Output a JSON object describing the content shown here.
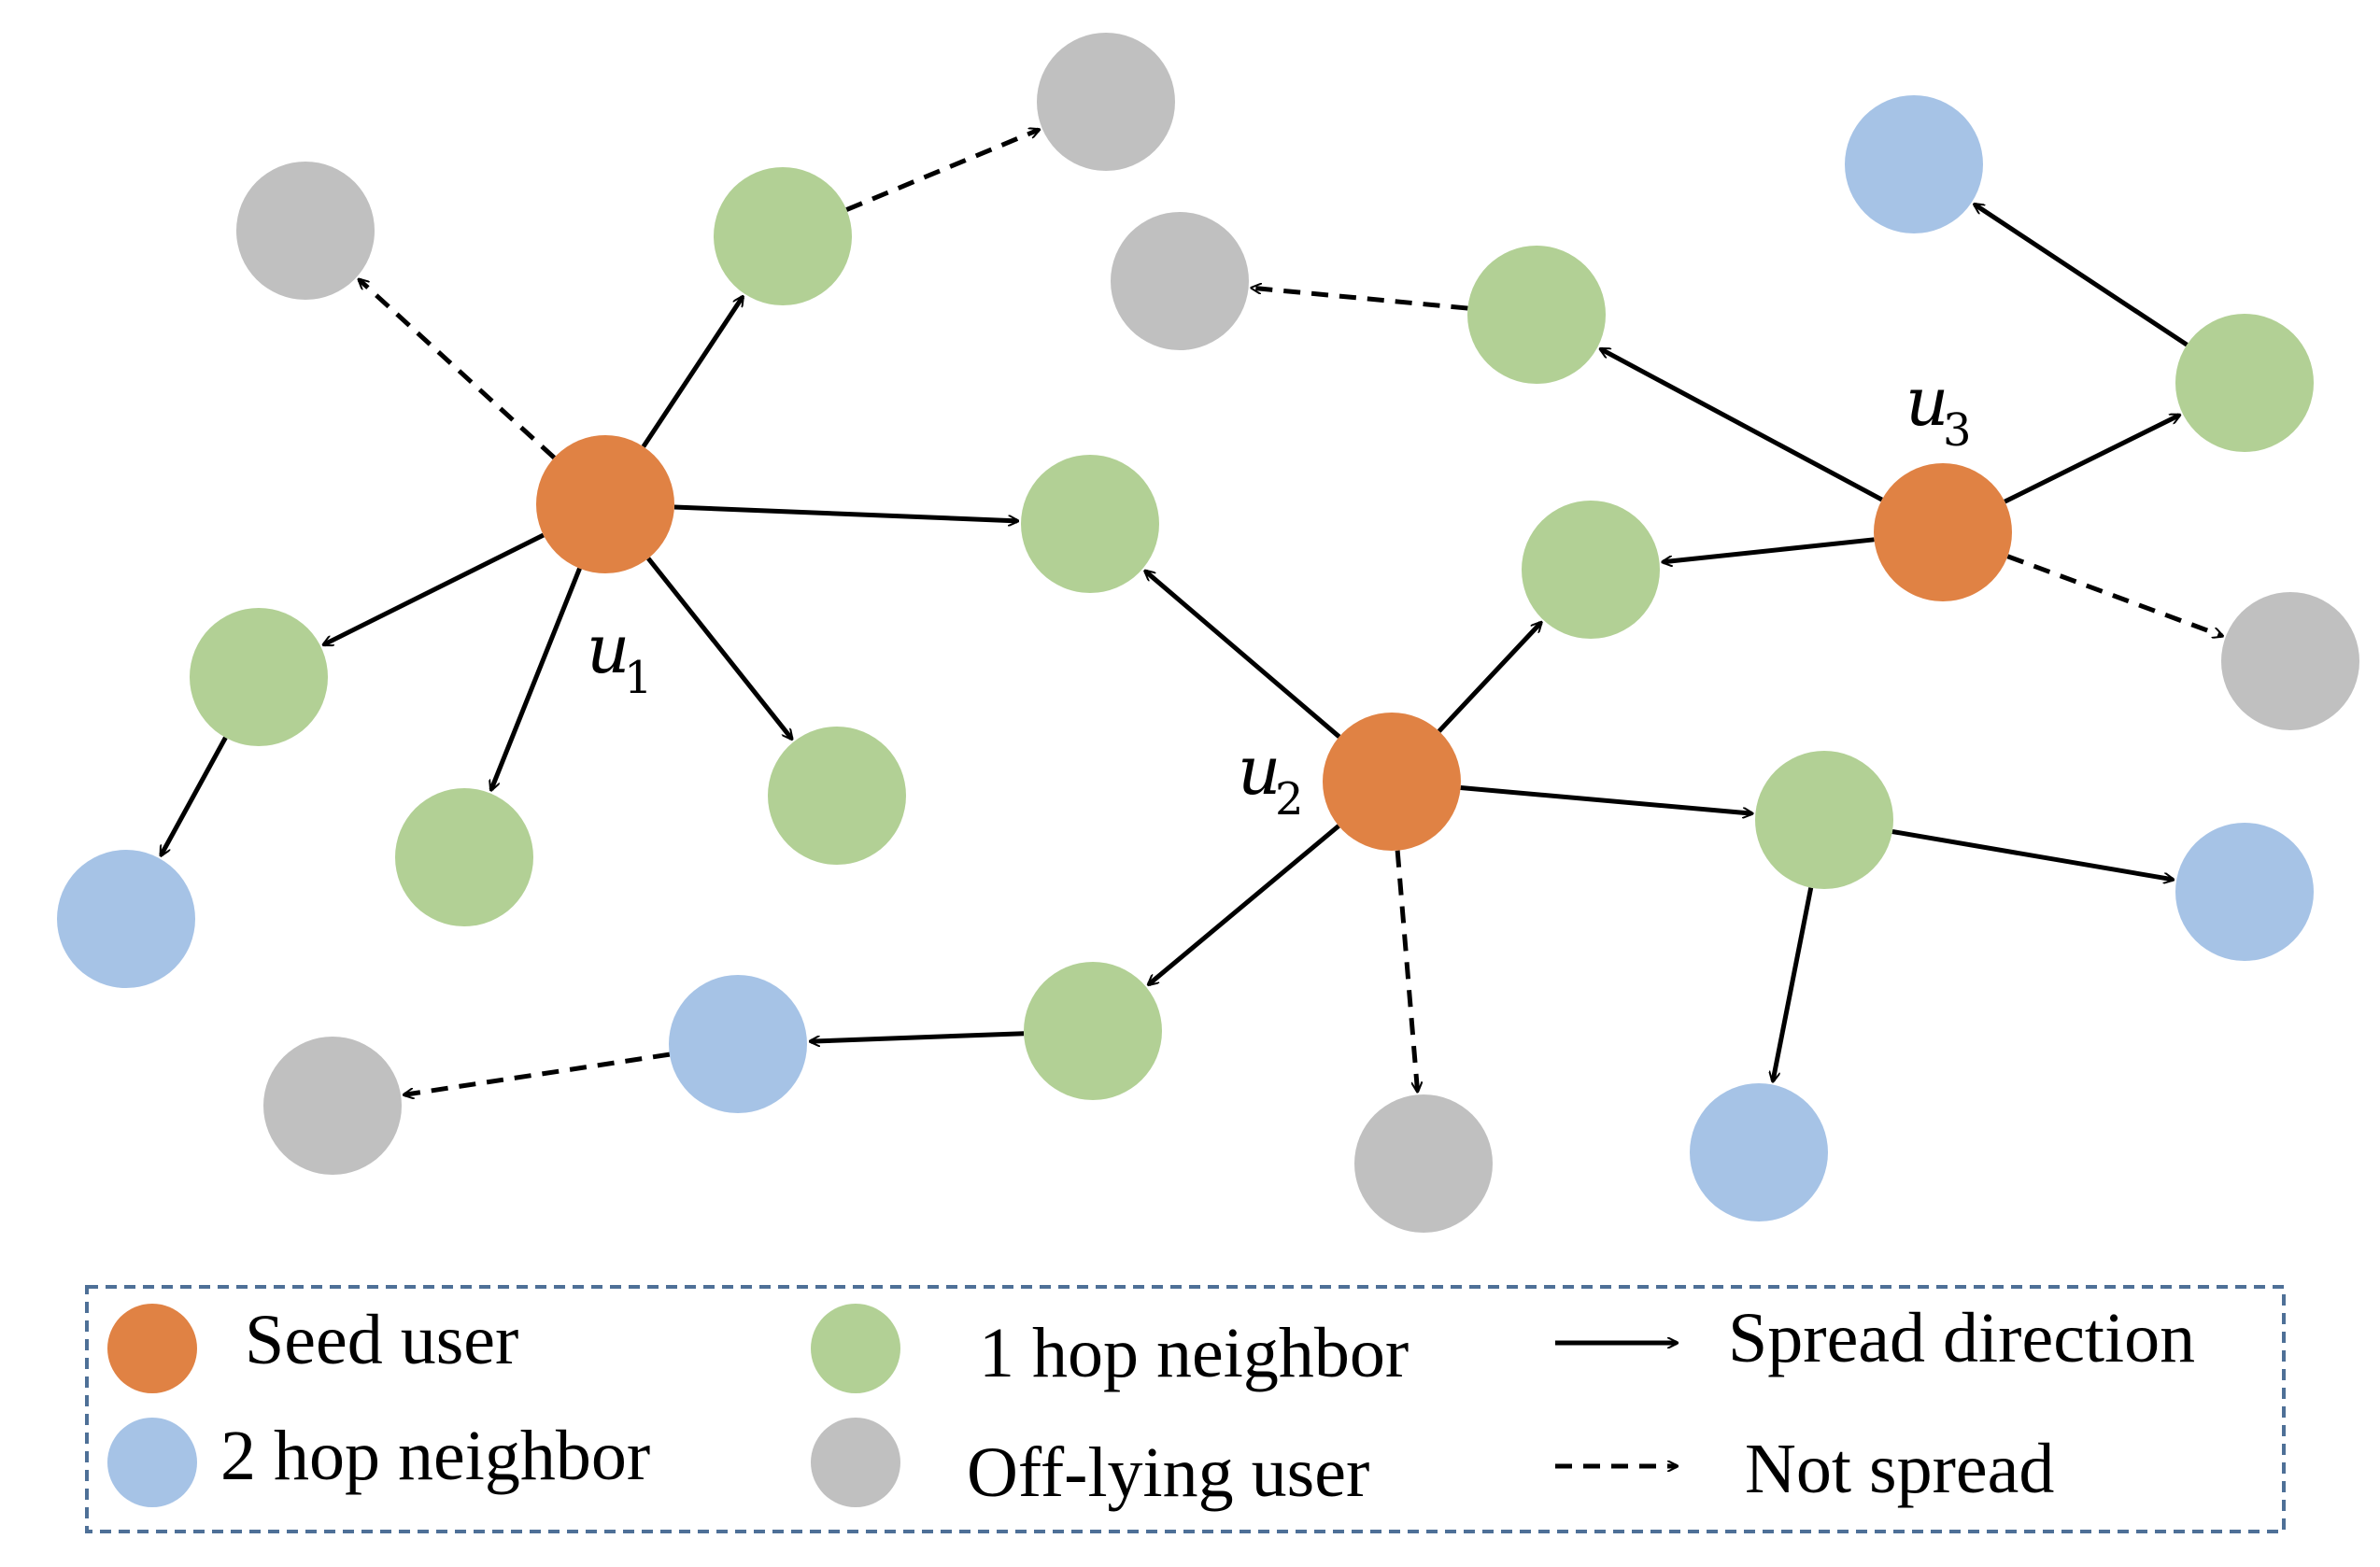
{
  "colors": {
    "seed": "#E08244",
    "hop1": "#B2D095",
    "hop2": "#A6C3E6",
    "off": "#C0C0C0",
    "edge": "#000000",
    "legend_border": "#4E7097"
  },
  "seed_labels": {
    "u1": {
      "base": "u",
      "sub": "1"
    },
    "u2": {
      "base": "u",
      "sub": "2"
    },
    "u3": {
      "base": "u",
      "sub": "3"
    }
  },
  "legend": {
    "seed_user": "Seed user",
    "hop1_neighbor": "1 hop neighbor",
    "spread_direction": "Spread direction",
    "hop2_neighbor": "2 hop neighbor",
    "off_lying_user": "Off-lying user",
    "not_spread": "Not spread"
  }
}
